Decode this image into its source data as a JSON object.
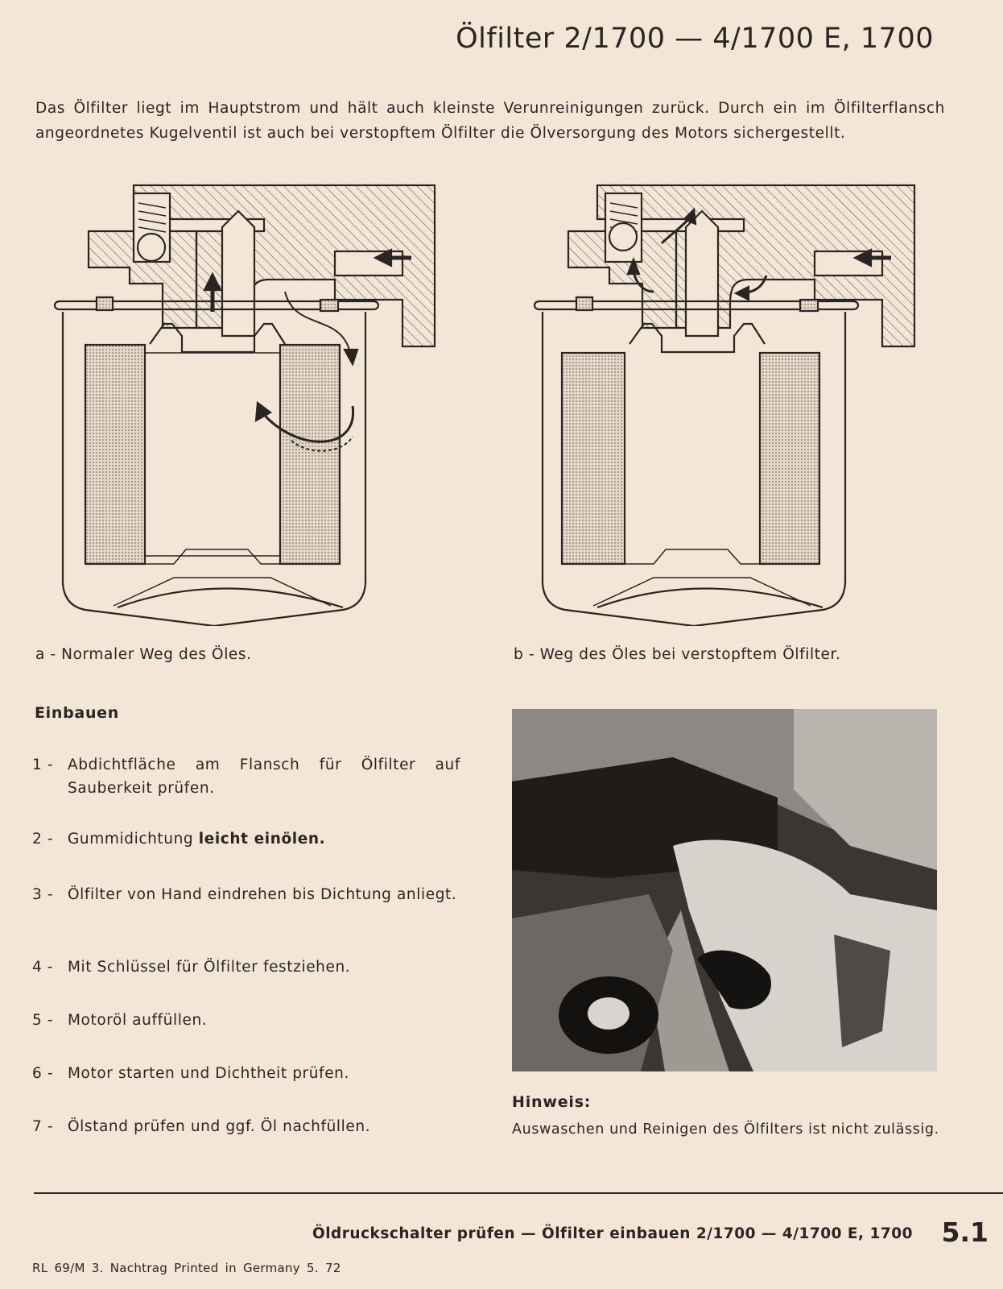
{
  "header": {
    "title": "Ölfilter 2/1700 — 4/1700 E, 1700"
  },
  "intro": "Das Ölfilter liegt im Hauptstrom und hält auch kleinste Verunreinigungen zurück. Durch ein im Ölfilterflansch angeordnetes Kugelventil ist auch bei verstopftem Ölfilter die Ölversorgung des Motors sichergestellt.",
  "figures": [
    {
      "caption": "a - Normaler Weg des Öles."
    },
    {
      "caption": "b - Weg des Öles bei verstopftem Ölfilter."
    }
  ],
  "install": {
    "heading": "Einbauen",
    "steps": [
      {
        "num": "1 -",
        "text": "Abdichtfläche am Flansch für Ölfilter auf Sauberkeit prüfen."
      },
      {
        "num": "2 -",
        "text": "Gummidichtung",
        "bold": "leicht einölen."
      },
      {
        "num": "3 -",
        "text": "Ölfilter von Hand eindrehen bis Dichtung anliegt."
      },
      {
        "num": "4 -",
        "text": "Mit Schlüssel für Ölfilter festziehen."
      },
      {
        "num": "5 -",
        "text": "Motoröl auffüllen."
      },
      {
        "num": "6 -",
        "text": "Motor starten und Dichtheit prüfen."
      },
      {
        "num": "7 -",
        "text": "Ölstand prüfen und ggf. Öl nachfüllen."
      }
    ]
  },
  "note": {
    "heading": "Hinweis:",
    "text": "Auswaschen und Reinigen des Ölfilters ist nicht zulässig."
  },
  "footer": {
    "title": "Öldruckschalter prüfen — Ölfilter einbauen 2/1700 — 4/1700 E, 1700",
    "page": "5.1",
    "imprint": "RL 69/M 3. Nachtrag Printed in Germany 5. 72"
  }
}
